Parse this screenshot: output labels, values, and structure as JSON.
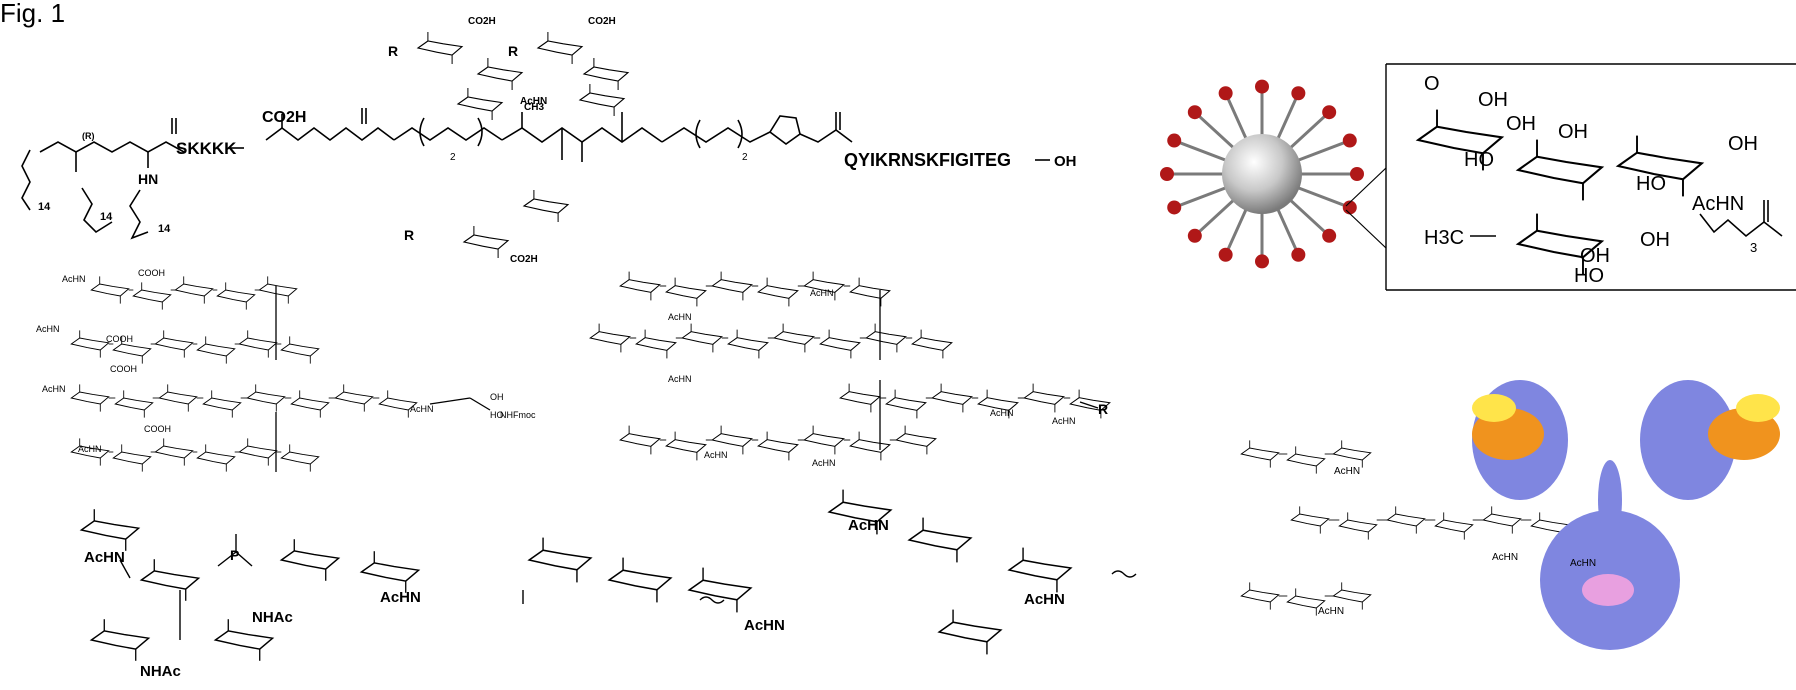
{
  "figure": {
    "label": "Fig. 1"
  },
  "lipopeptide": {
    "r_marker": "(R)",
    "peptide_left": "SKKKK",
    "acid": "CO2H",
    "amine": "HN",
    "repeat_2a": "2",
    "repeat_2b": "2",
    "repeat_14a": "14",
    "repeat_14b": "14",
    "repeat_14c": "14",
    "peptide_right": "QYIKRNSKFIGITEG",
    "terminus": "OH",
    "ch3": "CH3",
    "acetamide": "AcHN",
    "carboxyl": "CO2H",
    "r_group": "R"
  },
  "left_glycan": {
    "cooh": "COOH",
    "achn": "AcHN",
    "oh": "OH",
    "ho": "HO",
    "nhfmoc": "NHFmoc"
  },
  "middle_glycan": {
    "r_group": "R",
    "achn": "AcHN"
  },
  "bottom_left": {
    "p_atom": "P",
    "nhac": "NHAc",
    "achn": "AcHN"
  },
  "bottom_middle": {
    "achn": "AcHN"
  },
  "inset": {
    "o": "O",
    "oh": "OH",
    "ho": "HO",
    "achn": "AcHN",
    "h3c": "H3C",
    "repeat": "3"
  },
  "antibody_panel": {
    "achn": "AcHN"
  },
  "colors": {
    "nanoparticle_core": "#bdbdbd",
    "ligand_tip": "#b01818",
    "antibody_body": "#7f86e0",
    "fab_orange": "#f0931e",
    "fab_yellow": "#ffe44a",
    "glycan_pink": "#e8a0e0"
  }
}
